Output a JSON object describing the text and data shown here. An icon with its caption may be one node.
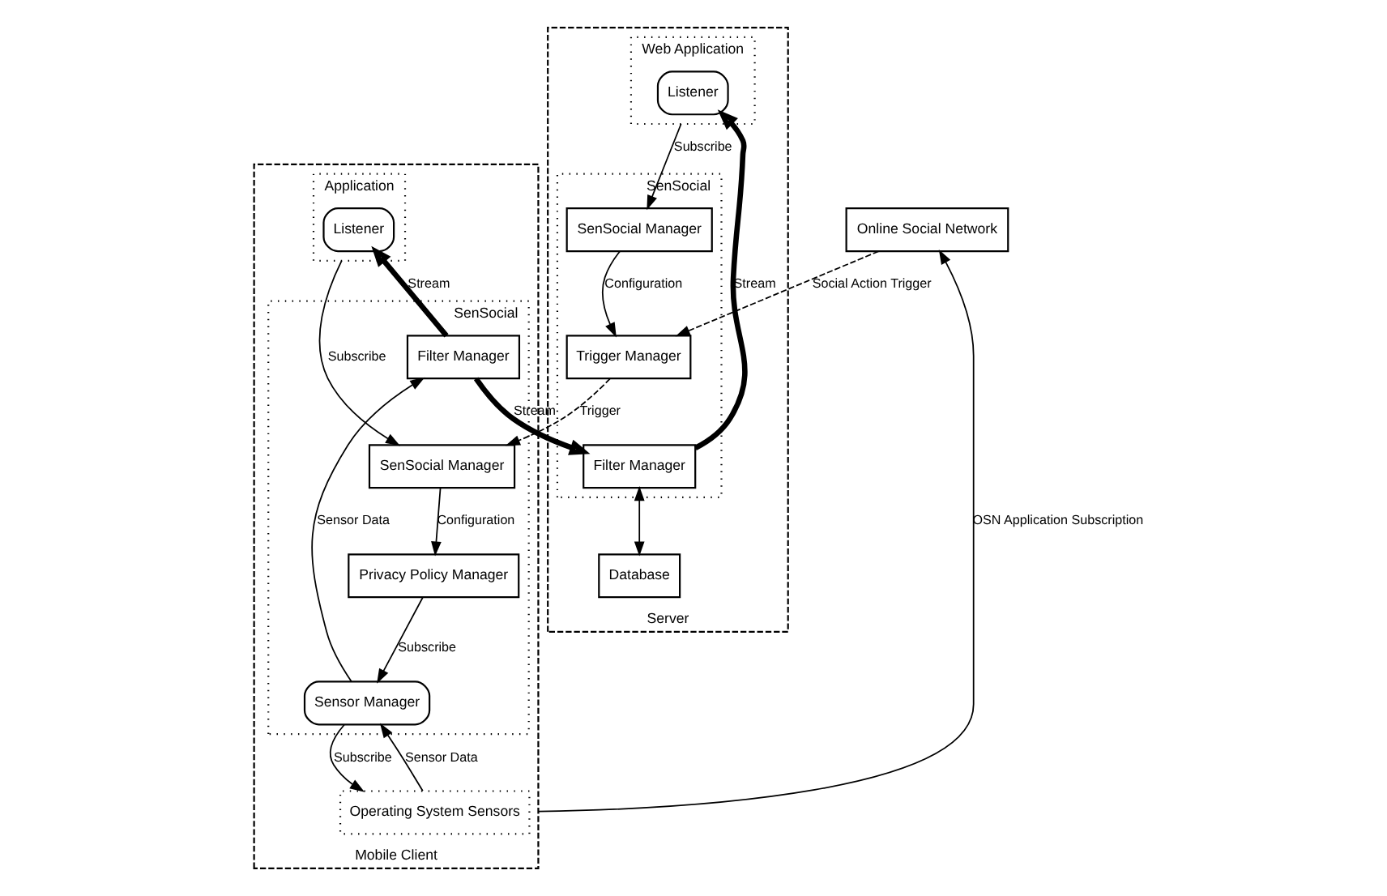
{
  "diagram": {
    "nodes": [
      {
        "text": [
          "Mobile Client"
        ]
      },
      {
        "text": [
          "Application"
        ],
        "in": 0
      },
      {
        "text": [
          "Listener"
        ],
        "in": 1
      },
      {
        "text": [
          "SenSocial"
        ],
        "in": 0
      },
      {
        "text": [
          "SenSocial Manager"
        ],
        "in": 3
      },
      {
        "text": [
          "Privacy Policy Manager"
        ],
        "in": 3
      },
      {
        "text": [
          "Filter Manager"
        ],
        "in": 3
      },
      {
        "text": [
          "Sensor Manager"
        ],
        "in": 3
      },
      {
        "text": [
          "Operating System Sensors"
        ],
        "in": 0
      },
      {
        "text": [
          "Online Social Network"
        ]
      },
      {
        "text": [
          "Server"
        ]
      },
      {
        "text": [
          "Web Application"
        ],
        "in": 10
      },
      {
        "text": [
          "Listener"
        ],
        "in": 11
      },
      {
        "text": [
          "SenSocial"
        ],
        "in": 10
      },
      {
        "text": [
          "Filter Manager"
        ],
        "in": 13
      },
      {
        "text": [
          "SenSocial Manager"
        ],
        "in": 13
      },
      {
        "text": [
          "Trigger Manager"
        ],
        "in": 13
      },
      {
        "text": [
          "Database"
        ],
        "in": 10
      }
    ],
    "edges": [
      {
        "from": 1,
        "to": 4,
        "arrow": "to",
        "label": "Subscribe"
      },
      {
        "from": 4,
        "to": 5,
        "arrow": "to",
        "label": "Configuration"
      },
      {
        "from": 5,
        "to": 7,
        "arrow": "to",
        "label": "Subscribe"
      },
      {
        "from": 7,
        "to": 6,
        "arrow": "to",
        "label": "Sensor Data"
      },
      {
        "from": 6,
        "to": 2,
        "arrow": "to",
        "label": "Stream",
        "style": "thick"
      },
      {
        "from": 7,
        "to": 8,
        "arrow": "to",
        "label": "Subscribe"
      },
      {
        "from": 8,
        "to": 7,
        "arrow": "to",
        "label": "Sensor Data"
      },
      {
        "from": 0,
        "to": 9,
        "arrow": "to",
        "label": "OSN Application Subscription"
      },
      {
        "from": 6,
        "to": 14,
        "arrow": "to",
        "label": "Stream",
        "style": "thick"
      },
      {
        "from": 14,
        "to": 12,
        "arrow": "to",
        "label": "Stream",
        "style": "thick"
      },
      {
        "from": 11,
        "to": 15,
        "arrow": "to",
        "label": "Subscribe"
      },
      {
        "from": 15,
        "to": 16,
        "arrow": "to",
        "label": "Configuration"
      },
      {
        "from": 14,
        "to": 17,
        "arrow": "both"
      },
      {
        "from": 9,
        "to": 16,
        "arrow": "to",
        "label": "Social Action Trigger",
        "style": "dashed"
      },
      {
        "from": 16,
        "to": 4,
        "arrow": "to",
        "label": "Trigger",
        "style": "dashed"
      }
    ]
  }
}
